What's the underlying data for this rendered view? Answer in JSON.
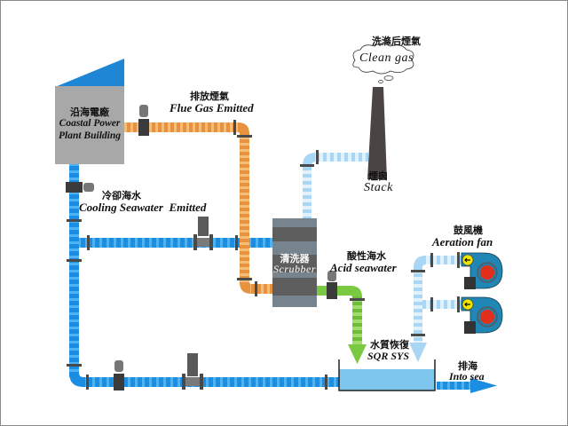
{
  "title": "Seawater Scrubber Process Flow",
  "colors": {
    "flue_gas": "#e07a2a",
    "flue_gas_stripe": "#f2b466",
    "cooling_seawater": "#1e90e6",
    "cooling_seawater_stripe": "#5ab8f5",
    "clean_gas": "#8fc9f0",
    "clean_gas_stripe": "#d8eefb",
    "acid_seawater": "#7ac943",
    "building": "#a5a5a5",
    "building_roof": "#1f86d6",
    "stack": "#4a4444",
    "scrubber": "#6b6b6b",
    "tank_water": "#7fc6ef"
  },
  "labels": {
    "building": {
      "zh": "沿海電廠",
      "en_line1": "Coastal Power",
      "en_line2": "Plant Building"
    },
    "flue_gas": {
      "zh": "排放煙氣",
      "en": "Flue Gas Emitted"
    },
    "clean_gas": {
      "zh": "洗滌后煙氣",
      "en": "Clean gas"
    },
    "stack": {
      "zh": "煙囪",
      "en": "Stack"
    },
    "cooling_seawater": {
      "zh": "冷卻海水",
      "en": "Cooling Seawater  Emitted"
    },
    "scrubber": {
      "zh": "清洗器",
      "en": "Scrubber"
    },
    "acid_seawater": {
      "zh": "酸性海水",
      "en": "Acid seawater"
    },
    "aeration_fan": {
      "zh": "鼓風機",
      "en": "Aeration fan"
    },
    "sqr": {
      "zh": "水質恢復",
      "en": "SQR SYS"
    },
    "into_sea": {
      "zh": "排海",
      "en": "Into sea"
    }
  },
  "icons": {
    "flow_meter": "flow-meter-icon",
    "pump": "pump-icon",
    "blower": "blower-fan-icon",
    "cloud": "cloud-bubble-icon"
  }
}
